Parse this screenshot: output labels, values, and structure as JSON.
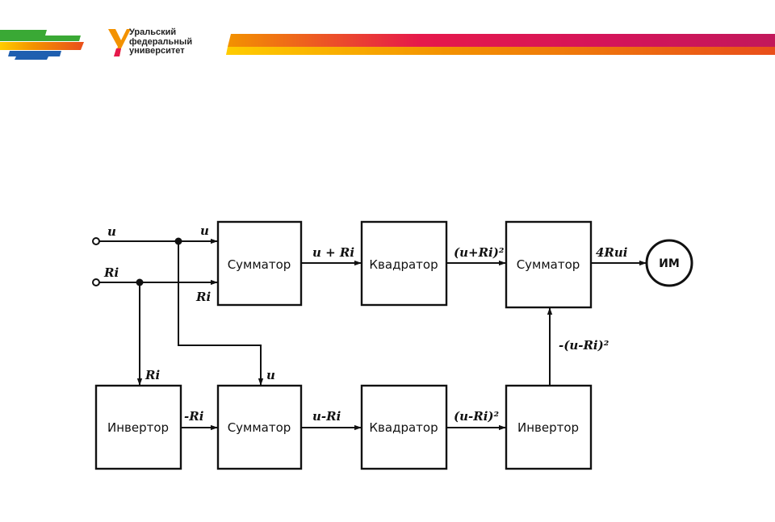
{
  "header": {
    "logo_lines": [
      "Уральский",
      "федеральный",
      "университет"
    ],
    "colors": {
      "green": "#3aa935",
      "blue": "#1f5fb0",
      "orange": "#f39200",
      "red": "#e6194b",
      "magenta": "#d4145a",
      "yellow": "#ffcc00"
    }
  },
  "diagram": {
    "inputs": {
      "u": "u",
      "ri": "Ri"
    },
    "blocks": {
      "sum1": "Сумматор",
      "sq1": "Квадратор",
      "sum3": "Сумматор",
      "inv1": "Инвертор",
      "sum2": "Сумматор",
      "sq2": "Квадратор",
      "inv2": "Инвертор",
      "im": "ИМ"
    },
    "signals": {
      "sum1_in_u": "u",
      "sum1_in_ri": "Ri",
      "sum1_out": "u + Ri",
      "sq1_out": "(u+Ri)²",
      "sum3_out": "4Rui",
      "inv1_in": "Ri",
      "inv1_out": "-Ri",
      "sum2_in_u": "u",
      "sum2_out": "u-Ri",
      "sq2_out": "(u-Ri)²",
      "inv2_out": "-(u-Ri)²"
    }
  }
}
